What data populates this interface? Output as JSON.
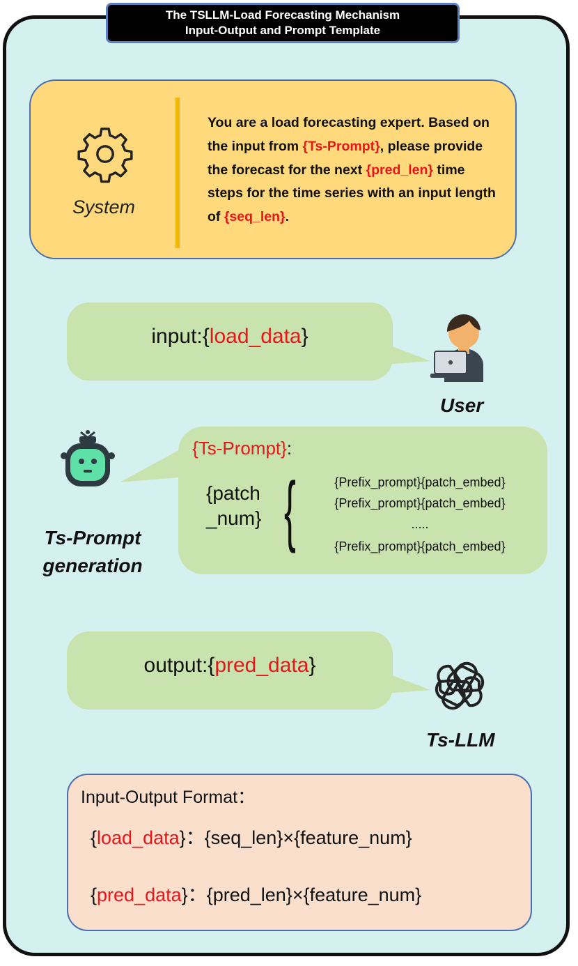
{
  "title": {
    "line1": "The TSLLM-Load Forecasting Mechanism",
    "line2": "Input-Output and Prompt Template"
  },
  "system": {
    "label": "System",
    "icon": "gear-icon",
    "text_a": "You are a load forecasting expert. Based on the input from ",
    "var_ts_prompt": "Ts-Prompt",
    "text_b": ", please provide the forecast for the next ",
    "var_pred_len": "pred_len",
    "text_c": " time steps for the time series with an input length of ",
    "var_seq_len": "seq_len",
    "text_d": "."
  },
  "input": {
    "prefix": "input:",
    "var": "load_data"
  },
  "user": {
    "label": "User",
    "icon": "user-laptop-icon"
  },
  "ts_prompt": {
    "var": "Ts-Prompt",
    "suffix": ":",
    "patch_line1": "{patch",
    "patch_line2": "_num}",
    "rows": [
      "{Prefix_prompt}{patch_embed}",
      "{Prefix_prompt}{patch_embed}",
      ".....",
      "{Prefix_prompt}{patch_embed}"
    ],
    "label_line1": "Ts-Prompt",
    "label_line2": "generation",
    "icon": "robot-icon"
  },
  "output": {
    "prefix": "output:",
    "var": "pred_data"
  },
  "llm": {
    "label": "Ts-LLM",
    "icon": "llm-knot-icon"
  },
  "format": {
    "title": "Input-Output Format：",
    "row1_var": "load_data",
    "row1_rest": "：{seq_len}×{feature_num}",
    "row2_var": "pred_data",
    "row2_rest": "：{pred_len}×{feature_num}"
  },
  "colors": {
    "highlight": "#e8161a",
    "background": "#d4f1ef",
    "system_box": "#ffd97b",
    "bubble": "#c8e3ad",
    "format_box": "#f9dfcc"
  }
}
